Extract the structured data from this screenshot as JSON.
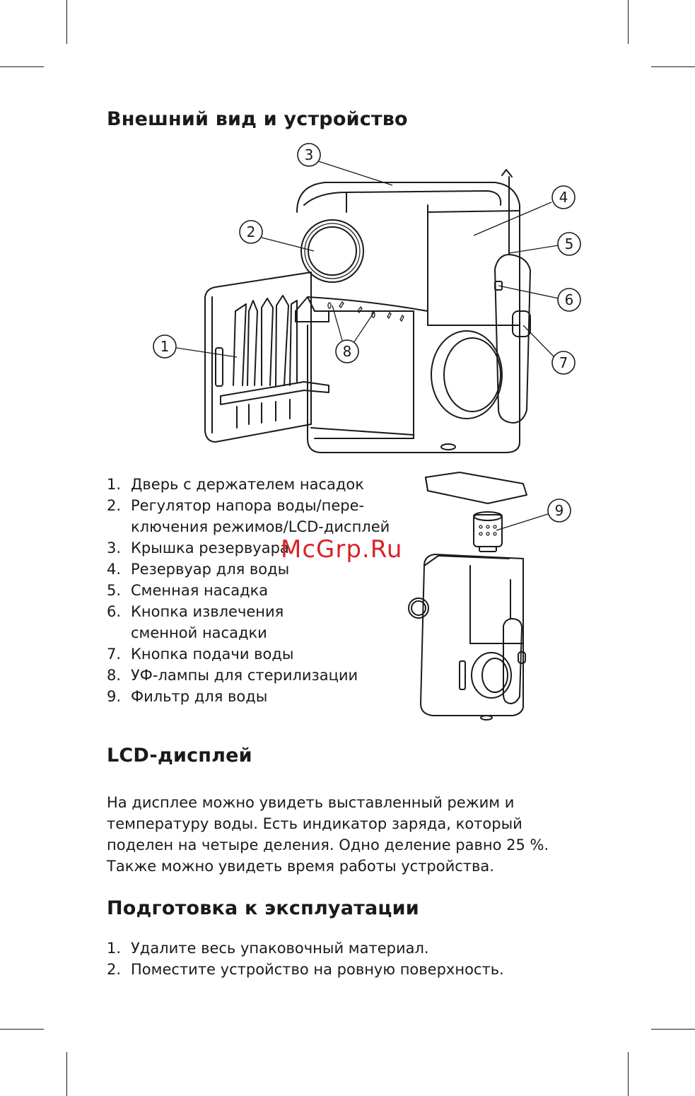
{
  "section1": {
    "title": "Внешний вид и устройство",
    "items": [
      {
        "num": "1.",
        "text": "Дверь с держателем насадок"
      },
      {
        "num": "2.",
        "text": "Регулятор напора воды/пере-"
      },
      {
        "num": "",
        "text": "ключения режимов/LCD-дисплей"
      },
      {
        "num": "3.",
        "text": "Крышка резервуара"
      },
      {
        "num": "4.",
        "text": "Резервуар для воды"
      },
      {
        "num": "5.",
        "text": "Сменная насадка"
      },
      {
        "num": "6.",
        "text": "Кнопка извлечения"
      },
      {
        "num": "",
        "text": "сменной насадки"
      },
      {
        "num": "7.",
        "text": "Кнопка подачи воды"
      },
      {
        "num": "8.",
        "text": "УФ-лампы для стерилизации"
      },
      {
        "num": "9.",
        "text": "Фильтр для воды"
      }
    ]
  },
  "callouts": [
    "1",
    "2",
    "3",
    "4",
    "5",
    "6",
    "7",
    "8",
    "9"
  ],
  "watermark": "McGrp.Ru",
  "section2": {
    "title": "LCD-дисплей",
    "paragraph": [
      "На дисплее можно увидеть выставленный режим и",
      "температуру воды. Есть индикатор заряда, который",
      "поделен на четыре деления. Одно деление равно 25 %.",
      "Также можно увидеть время работы устройства."
    ]
  },
  "section3": {
    "title": "Подготовка к эксплуатации",
    "items": [
      {
        "num": "1.",
        "text": "Удалите весь упаковочный материал."
      },
      {
        "num": "2.",
        "text": "Поместите устройство на ровную поверхность."
      }
    ]
  },
  "colors": {
    "text": "#1a1a1a",
    "watermark": "#d8232a"
  }
}
